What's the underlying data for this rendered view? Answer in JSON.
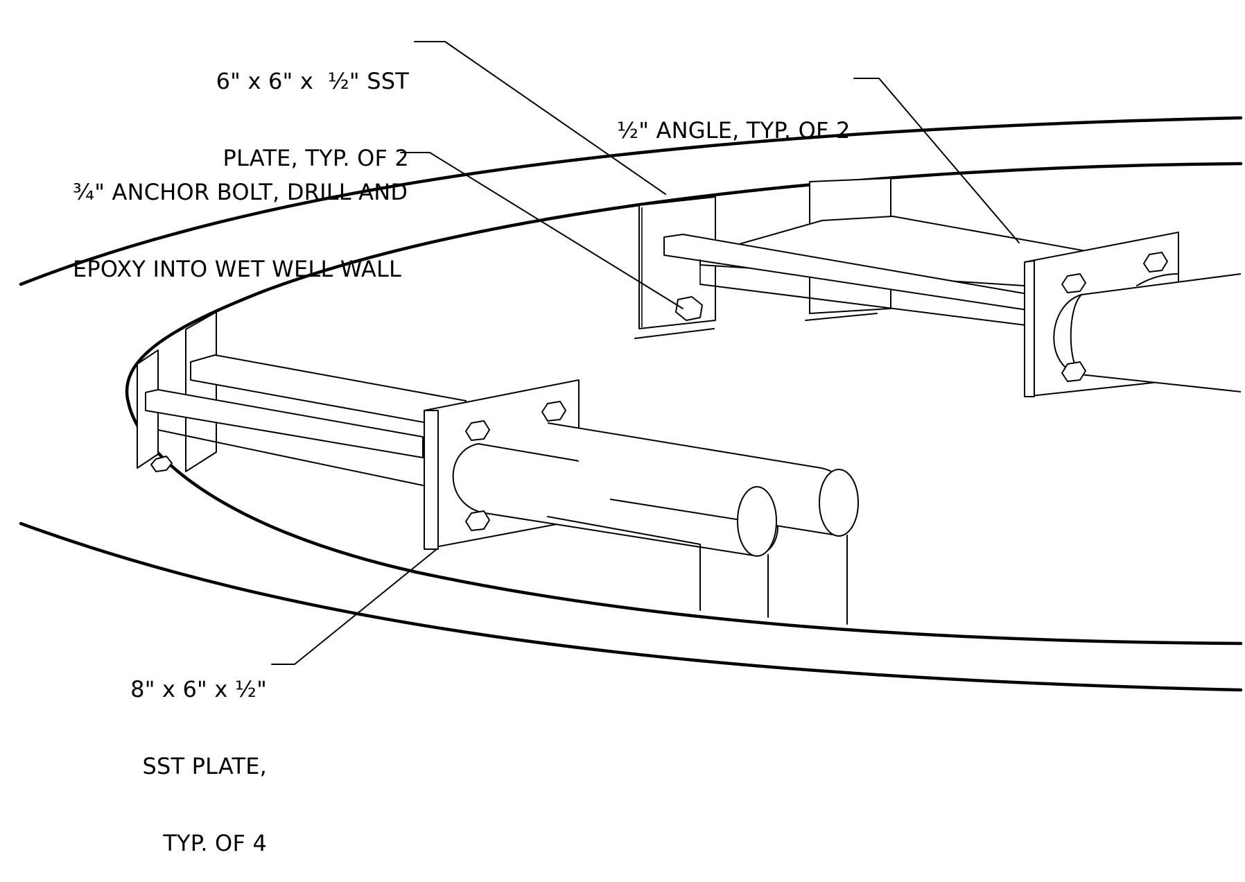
{
  "callouts": {
    "plate_6x6": [
      "6\" x 6\" x  ½\" SST",
      "PLATE, TYP. OF 2"
    ],
    "angle": [
      "½\" ANGLE, TYP. OF 2"
    ],
    "anchor_bolt": [
      "¾\" ANCHOR BOLT, DRILL AND",
      "EPOXY INTO WET WELL WALL"
    ],
    "plate_8x6": [
      "8\" x 6\" x ½\"",
      "SST PLATE,",
      "TYP. OF 4"
    ]
  }
}
